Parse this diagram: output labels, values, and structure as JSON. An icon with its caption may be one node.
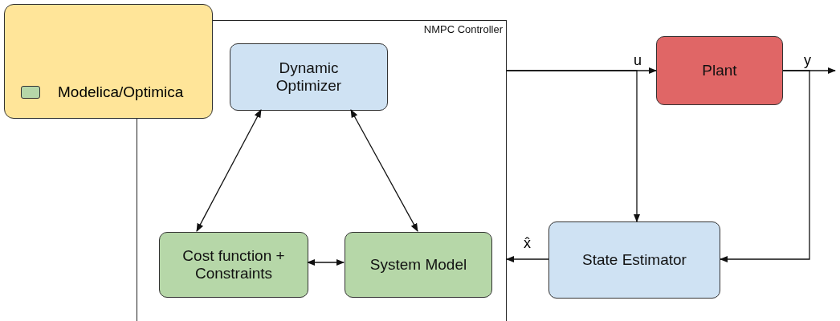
{
  "diagram": {
    "nodes": [
      {
        "text": [
          "NMPC Controller"
        ]
      },
      {
        "text": [
          "Dynamic Optimizer"
        ],
        "in": 0
      },
      {
        "text": [
          "Cost function + Constraints"
        ],
        "in": 0
      },
      {
        "text": [
          "System Model"
        ],
        "in": 0
      },
      {
        "text": [
          "Plant"
        ]
      },
      {
        "text": [
          "State Estimator"
        ]
      }
    ],
    "edges": [
      {
        "from": 0,
        "to": 4,
        "arrow": "to",
        "label": "u"
      },
      {
        "from": 0,
        "to": 5,
        "arrow": "to"
      },
      {
        "from": 4,
        "to": null,
        "arrow": "to",
        "label": "y"
      },
      {
        "from": 4,
        "to": 5,
        "arrow": "to"
      },
      {
        "from": 5,
        "to": 0,
        "arrow": "to",
        "label": "x̂"
      },
      {
        "from": 1,
        "to": 2,
        "arrow": "both"
      },
      {
        "from": 1,
        "to": 3,
        "arrow": "both"
      },
      {
        "from": 2,
        "to": 3,
        "arrow": "both"
      }
    ],
    "legend": [
      {
        "text": "Modelica/Optimica",
        "color": "#b6d7a8"
      }
    ]
  }
}
